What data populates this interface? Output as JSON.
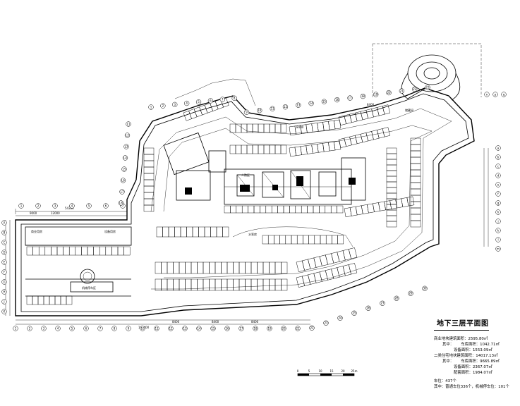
{
  "legend": {
    "title": "地下三层平面图",
    "commercial_area": "商业地块建筑面积：2595.80㎡",
    "commercial_of": "其中：",
    "commercial_garage": "车库面积：1042.71㎡",
    "commercial_equipment": "设备面积：1553.09㎡",
    "residential_area": "二类住宅地块建筑面积：14017.13㎡",
    "residential_of": "其中：",
    "residential_garage": "车库面积：9665.89㎡",
    "residential_equipment": "设备面积：2367.07㎡",
    "residential_shelter": "配套面积：1984.07㎡",
    "spaces_total": "车位：437个",
    "spaces_detail": "其中：普通车位336个，机械停车位：101个"
  },
  "scale": {
    "ticks": [
      "0",
      "5",
      "10",
      "15",
      "20",
      "25m"
    ]
  },
  "labels": {
    "commercial_room": "商业用房",
    "equipment_room": "设备用房",
    "mech_parking": "机械停车区",
    "shelter": "人防区",
    "storage": "储藏间",
    "pump_room": "水泵房"
  },
  "dimensions": {
    "top_total": "54300",
    "top_a": "9000",
    "top_b": "12000",
    "bottom_total": "143400",
    "seg": "8400"
  },
  "grid_axes": {
    "top": [
      "1",
      "2",
      "3",
      "4",
      "5",
      "6",
      "7",
      "8",
      "9",
      "10",
      "11",
      "12",
      "13",
      "14",
      "15",
      "16",
      "17",
      "18",
      "19",
      "20",
      "21",
      "22",
      "23"
    ],
    "left": [
      "A",
      "B",
      "C",
      "D",
      "E",
      "F",
      "G",
      "H",
      "J",
      "K"
    ],
    "bottom": [
      "1",
      "2",
      "3",
      "4",
      "5",
      "6",
      "7",
      "8",
      "9",
      "10",
      "11",
      "12",
      "13",
      "14",
      "15",
      "16",
      "17",
      "18",
      "19",
      "20",
      "21",
      "22",
      "23",
      "24",
      "25",
      "26",
      "27",
      "28",
      "29",
      "30"
    ],
    "right": [
      "a",
      "b",
      "c",
      "d",
      "e",
      "f",
      "g",
      "h",
      "j",
      "k",
      "l",
      "m"
    ]
  }
}
